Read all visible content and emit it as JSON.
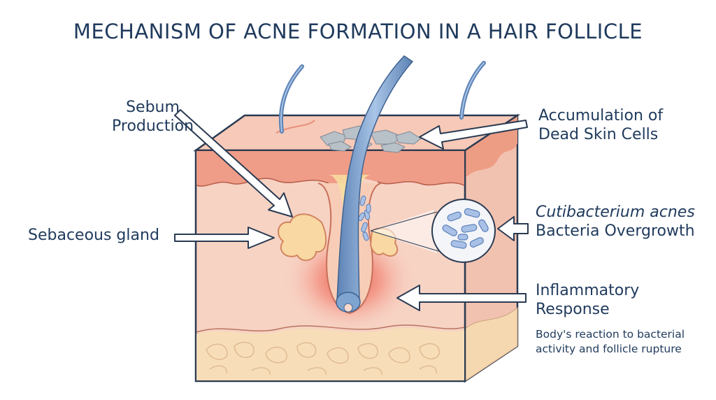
{
  "title": "MECHANISM OF ACNE FORMATION IN A HAIR FOLLICLE",
  "labels": {
    "sebum_production": [
      "Sebum",
      "Production"
    ],
    "sebaceous_gland": "Sebaceous gland",
    "dead_skin_cells": [
      "Accumulation of",
      "Dead Skin Cells"
    ],
    "bacteria": [
      "Cutibacterium acnes",
      "Bacteria Overgrowth"
    ],
    "inflammatory": [
      "Inflammatory",
      "Response"
    ],
    "inflammatory_note": [
      "Body's reaction to bacterial",
      "activity and follicle rupture"
    ]
  },
  "colors": {
    "title": "#1f3a5c",
    "skin_light": "#f7d8cc",
    "epidermis": "#f0a88f",
    "fat": "#f7ddb8",
    "hair": "#7fa4cf",
    "inflammation": "#e85a4f"
  }
}
